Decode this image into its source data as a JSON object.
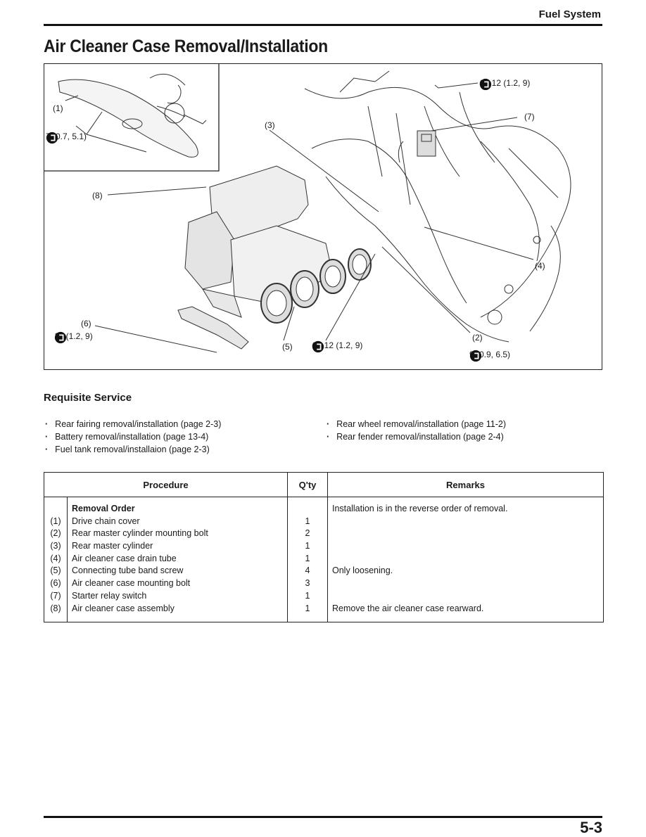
{
  "header": {
    "section": "Fuel System",
    "title": "Air Cleaner Case Removal/Installation"
  },
  "figure": {
    "callouts": {
      "c1": "(1)",
      "c2": "(2)",
      "c3": "(3)",
      "c4": "(4)",
      "c5": "(5)",
      "c6a": "(6)",
      "c6b": "(6)",
      "c6c": "(6)",
      "c7": "(7)",
      "c8": "(8)"
    },
    "torques": {
      "t_inset": "7 (0.7, 5.1)",
      "t_top": "12 (1.2, 9)",
      "t_left": "12 (1.2, 9)",
      "t_mid": "12 (1.2, 9)",
      "t_right": "9 (0.9, 6.5)"
    },
    "icon": "torque-wrench-icon"
  },
  "requisite": {
    "heading": "Requisite Service",
    "left": [
      "Rear fairing removal/installation (page 2-3)",
      "Battery removal/installation (page 13-4)",
      "Fuel tank removal/installaion (page 2-3)"
    ],
    "right": [
      "Rear wheel removal/installation (page 11-2)",
      "Rear fender removal/installation (page 2-4)"
    ]
  },
  "table": {
    "headers": {
      "procedure": "Procedure",
      "qty": "Q'ty",
      "remarks": "Remarks"
    },
    "order_heading": "Removal Order",
    "order_remark": "Installation is in the reverse order of removal.",
    "rows": [
      {
        "num": "(1)",
        "step": "Drive chain cover",
        "qty": "1",
        "remark": ""
      },
      {
        "num": "(2)",
        "step": "Rear master cylinder mounting bolt",
        "qty": "2",
        "remark": ""
      },
      {
        "num": "(3)",
        "step": "Rear master cylinder",
        "qty": "1",
        "remark": ""
      },
      {
        "num": "(4)",
        "step": "Air cleaner case drain tube",
        "qty": "1",
        "remark": ""
      },
      {
        "num": "(5)",
        "step": "Connecting tube band screw",
        "qty": "4",
        "remark": "Only loosening."
      },
      {
        "num": "(6)",
        "step": "Air cleaner case mounting bolt",
        "qty": "3",
        "remark": ""
      },
      {
        "num": "(7)",
        "step": "Starter relay switch",
        "qty": "1",
        "remark": ""
      },
      {
        "num": "(8)",
        "step": "Air cleaner case assembly",
        "qty": "1",
        "remark": "Remove the air cleaner case rearward."
      }
    ]
  },
  "footer": {
    "page_number": "5-3"
  }
}
